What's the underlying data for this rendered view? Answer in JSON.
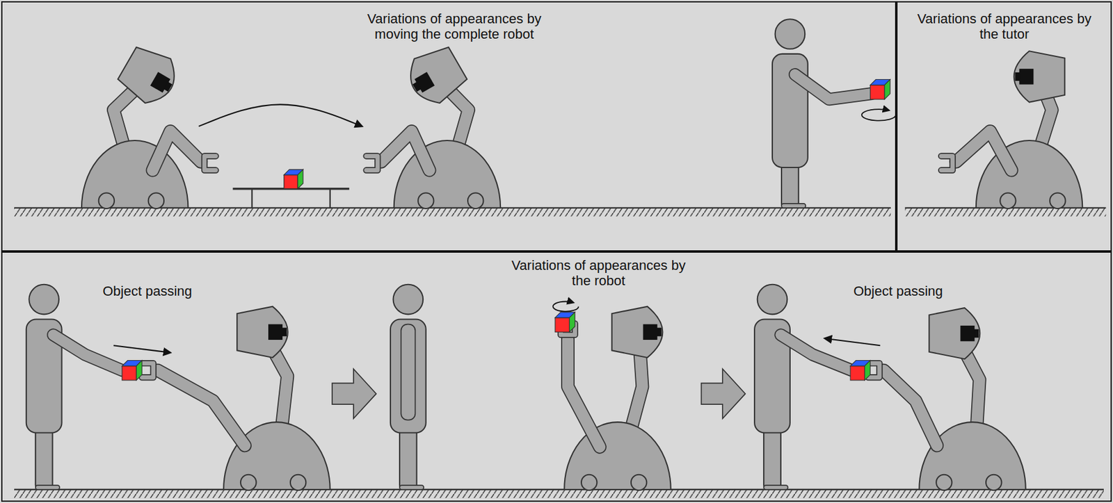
{
  "diagram": {
    "nodes": [
      {
        "text": [
          "Variations of appearances by moving the complete robot"
        ]
      },
      {
        "text": [
          "Variations of appearances by the tutor"
        ]
      },
      {
        "text": [
          "Object passing",
          "Variations of appearances by the robot",
          "Object passing"
        ]
      }
    ]
  }
}
